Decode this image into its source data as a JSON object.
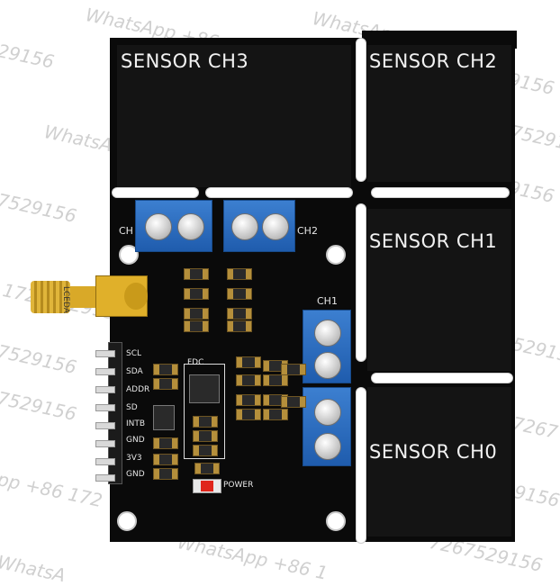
{
  "watermark_texts": [
    "WhatsApp +86 1726",
    "WhatsApp +86 1726",
    "29156",
    "WhatsA",
    "7529156",
    "pp +86 172",
    "17267529156",
    "WhatsApp +86 1",
    "7529156",
    "9156",
    "75291",
    "9156",
    "7267",
    "529156",
    "9156",
    "7529156",
    "7267529156",
    "WhatsA"
  ],
  "sensor_labels": {
    "ch3": "SENSOR CH3",
    "ch2": "SENSOR CH2",
    "ch1": "SENSOR CH1",
    "ch0": "SENSOR CH0"
  },
  "connector_labels": {
    "left": "CH",
    "middle": "CH2",
    "right_top": "CH1"
  },
  "antenna_label": "LCEDA",
  "chip_label": "FDC",
  "pin_labels": [
    "SCL",
    "SDA",
    "ADDR",
    "SD",
    "INTB",
    "GND",
    "3V3",
    "GND"
  ],
  "power_label": "POWER",
  "colors": {
    "board": "#0a0a0a",
    "terminal_blue": "#2e6fc2",
    "connector_gold": "#d4a62a",
    "power_led": "#e0251b"
  }
}
